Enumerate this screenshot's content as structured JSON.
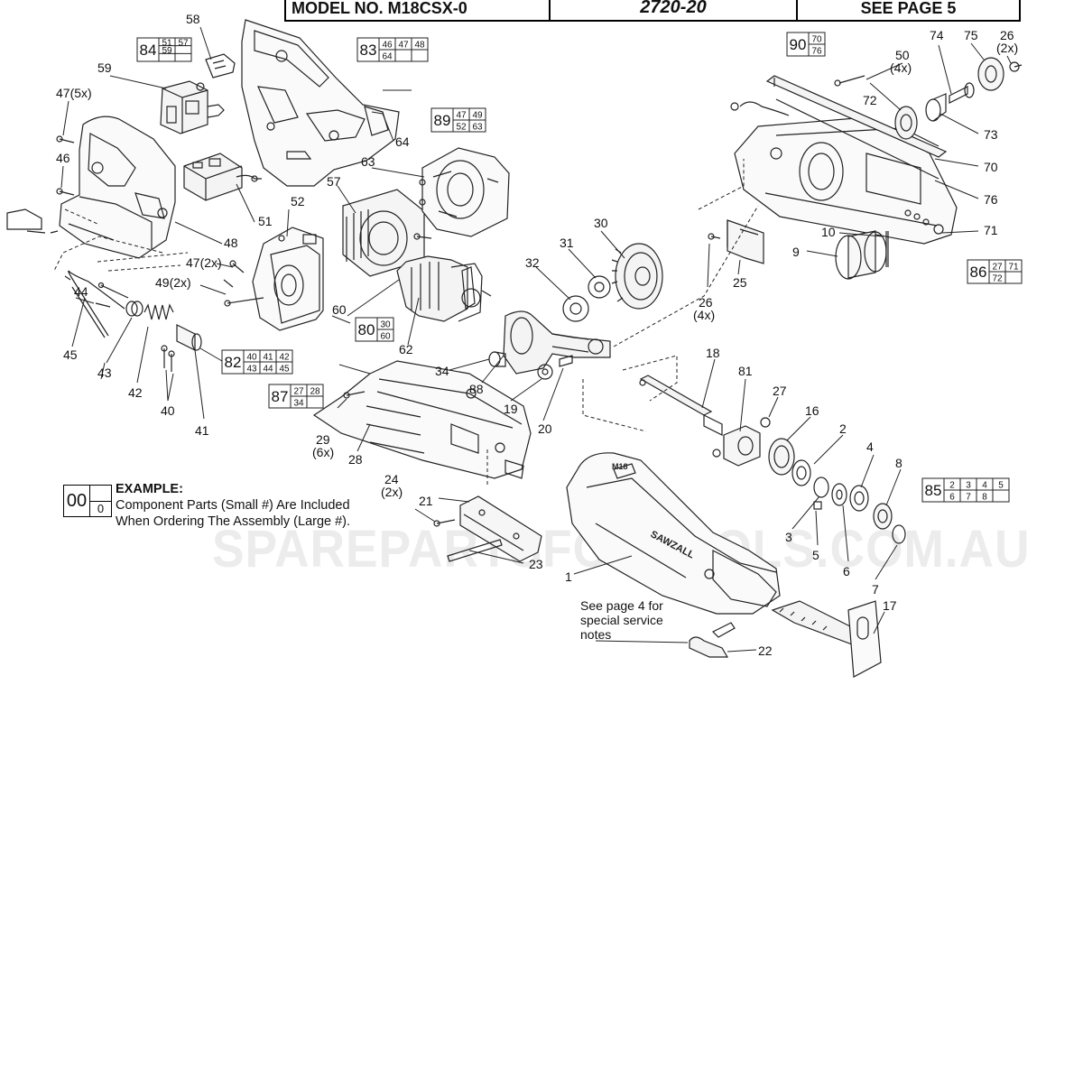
{
  "header": {
    "model_label": "MODEL NO.  M18CSX-0",
    "catalog_no": "2720-20",
    "see_page": "SEE  PAGE  5"
  },
  "assemblies": [
    {
      "id": "84",
      "parts": [
        "51",
        "57",
        "59",
        "",
        "",
        ""
      ],
      "cols": 2
    },
    {
      "id": "83",
      "parts": [
        "46",
        "47",
        "48",
        "64",
        "",
        ""
      ],
      "cols": 3
    },
    {
      "id": "89",
      "parts": [
        "47",
        "49",
        "52",
        "63"
      ],
      "cols": 2
    },
    {
      "id": "90",
      "parts": [
        "70",
        "76"
      ],
      "cols": 1
    },
    {
      "id": "86",
      "parts": [
        "27",
        "71",
        "72",
        ""
      ],
      "cols": 2
    },
    {
      "id": "80",
      "parts": [
        "30",
        "60"
      ],
      "cols": 1
    },
    {
      "id": "82",
      "parts": [
        "40",
        "41",
        "42",
        "43",
        "44",
        "45"
      ],
      "cols": 3
    },
    {
      "id": "87",
      "parts": [
        "27",
        "28",
        "34",
        ""
      ],
      "cols": 2
    },
    {
      "id": "85",
      "parts": [
        "2",
        "3",
        "4",
        "5",
        "6",
        "7",
        "8",
        ""
      ],
      "cols": 4
    }
  ],
  "part_labels": [
    "58",
    "59",
    "47(5x)",
    "46",
    "51",
    "48",
    "52",
    "57",
    "63",
    "64",
    "60",
    "62",
    "47(2x)",
    "49(2x)",
    "44",
    "45",
    "43",
    "42",
    "40",
    "41",
    "34",
    "88",
    "19",
    "20",
    "29",
    "(6x)",
    "28",
    "32",
    "31",
    "30",
    "26",
    "(4x)",
    "25",
    "50",
    "(4x)",
    "72",
    "74",
    "75",
    "26",
    "(2x)",
    "73",
    "70",
    "76",
    "71",
    "10",
    "9",
    "18",
    "81",
    "27",
    "16",
    "2",
    "4",
    "8",
    "3",
    "5",
    "6",
    "7",
    "1",
    "17",
    "22",
    "21",
    "24",
    "(2x)",
    "23"
  ],
  "example": {
    "big": "00",
    "small": "0",
    "title": "EXAMPLE:",
    "line1": "Component Parts (Small #) Are Included",
    "line2": "When Ordering The Assembly (Large #)."
  },
  "service_note": {
    "line1": "See page 4 for",
    "line2": "special service",
    "line3": "notes"
  },
  "brand_text": {
    "tool": "SAWZALL",
    "badge": "M18"
  },
  "watermark": "SPAREPARTSFORTOOLS.COM.AU"
}
